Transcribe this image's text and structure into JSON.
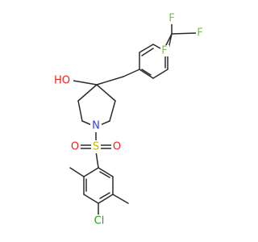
{
  "colors": {
    "bond": "#2b2b2b",
    "oxygen": "#e8261f",
    "nitrogen": "#2d3bff",
    "sulfur": "#c9b400",
    "fluorine": "#6fc845",
    "chlorine": "#20a020",
    "hydrogen": "#e8261f"
  },
  "atoms": {
    "hydroxyl": "HO",
    "fluorine": "F",
    "nitrogen": "N",
    "sulfur": "S",
    "sulfonyl_oxygen": "O",
    "chlorine": "Cl"
  }
}
